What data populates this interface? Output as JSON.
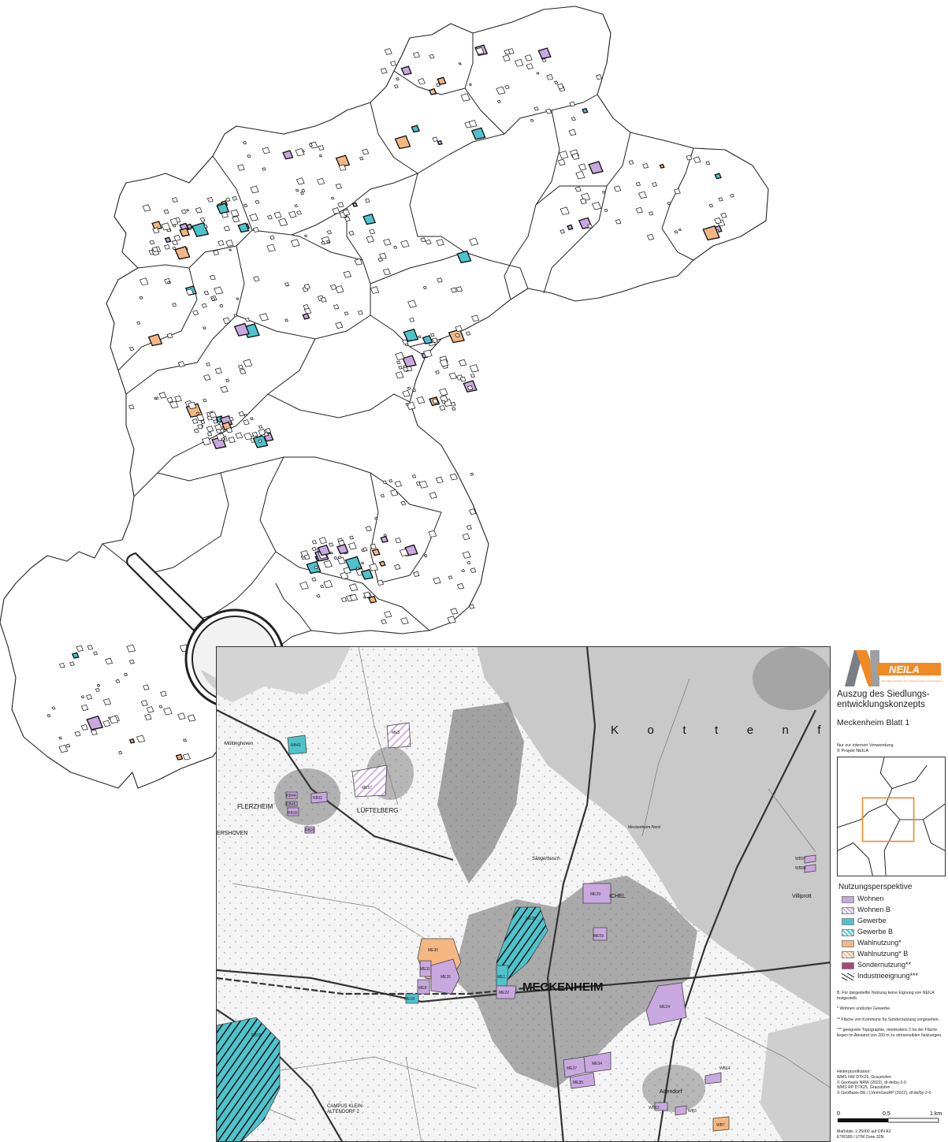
{
  "colors": {
    "wohnen": "#c9a8e0",
    "gewerbe": "#4fc3cc",
    "wahl": "#f5b782",
    "sonder": "#a8467e",
    "accent_orange": "#f08a24",
    "logo_gray": "#7a7f86",
    "map_gray": "#c9c9c9"
  },
  "detail_map": {
    "places": [
      {
        "id": "mottinghoven",
        "text": "Möttinghoven"
      },
      {
        "id": "flerzheim",
        "text": "FLERZHEIM"
      },
      {
        "id": "lueftelberg",
        "text": "LÜFTELBERG"
      },
      {
        "id": "ershoven",
        "text": "ERSHOVEN"
      },
      {
        "id": "meckenheim",
        "text": "MECKENHEIM"
      },
      {
        "id": "villiprott",
        "text": "Villiprott"
      },
      {
        "id": "adendorf",
        "text": "Adendorf"
      },
      {
        "id": "campus",
        "text": "CAMPUS KLEIN-\nALTENDORF 2"
      },
      {
        "id": "forest",
        "text": "K   o   t   t   e   n   f"
      },
      {
        "id": "meckenheim_nord",
        "text": "Meckenheim-Nord"
      },
      {
        "id": "saengerbusch",
        "text": "Sängerbusch"
      },
      {
        "id": "michel",
        "text": "ICHEL"
      }
    ],
    "areas": [
      {
        "id": "ME30",
        "text": "ME30",
        "use": "wahl"
      },
      {
        "id": "ME31",
        "text": "ME31",
        "use": "wohnen"
      },
      {
        "id": "ME26",
        "text": "ME26",
        "use": "wohnen"
      },
      {
        "id": "ME29",
        "text": "ME29",
        "use": "wohnen"
      },
      {
        "id": "ME22",
        "text": "ME22",
        "use": "wohnen"
      },
      {
        "id": "ME24",
        "text": "ME24",
        "use": "wohnen"
      },
      {
        "id": "ME37",
        "text": "ME37",
        "use": "wohnen"
      },
      {
        "id": "ME34",
        "text": "ME34",
        "use": "wohnen"
      },
      {
        "id": "ME35",
        "text": "ME35",
        "use": "wohnen"
      },
      {
        "id": "ME28",
        "text": "ME28",
        "use": "gewerbe_b"
      },
      {
        "id": "ME1",
        "text": "ME1",
        "use": "gewerbe"
      },
      {
        "id": "ME8",
        "text": "ME8",
        "use": "wohnen"
      },
      {
        "id": "ME18",
        "text": "ME18",
        "use": "gewerbe"
      },
      {
        "id": "ME59",
        "text": "ME59",
        "use": "wohnen"
      },
      {
        "id": "ME57",
        "text": "ME57",
        "use": "wohnen_b"
      },
      {
        "id": "ME5",
        "text": "ME5",
        "use": "wohnen_b"
      },
      {
        "id": "RB18",
        "text": "RB18",
        "use": "gewerbe_b"
      },
      {
        "id": "RB43",
        "text": "RB43",
        "use": "gewerbe"
      },
      {
        "id": "RB11",
        "text": "RB11",
        "use": "wohnen"
      },
      {
        "id": "RB30",
        "text": "RB30",
        "use": "wohnen"
      },
      {
        "id": "RB29",
        "text": "RB29",
        "use": "wohnen"
      },
      {
        "id": "RB44",
        "text": "RB44",
        "use": "wohnen"
      },
      {
        "id": "RB45",
        "text": "RB45",
        "use": "wohnen"
      },
      {
        "id": "WB14",
        "text": "WB14",
        "use": "wohnen"
      },
      {
        "id": "WB13",
        "text": "WB13",
        "use": "wohnen"
      },
      {
        "id": "WB3",
        "text": "WB3",
        "use": "wohnen"
      },
      {
        "id": "WB7",
        "text": "WB7",
        "use": "wahl"
      },
      {
        "id": "WB97",
        "text": "WB97",
        "use": "wohnen"
      },
      {
        "id": "WB98",
        "text": "WB98",
        "use": "wohnen"
      }
    ]
  },
  "sheet": {
    "logo_text": "NEILA",
    "logo_tagline": "Nachhaltige Entwicklung durch Interkommunales Landmanagement",
    "title_line1": "Auszug des Siedlungs-",
    "title_line2": "entwicklungskonzepts",
    "sheet_name": "Meckenheim Blatt 1",
    "internal_line1": "Nur zur internen Verwendung",
    "internal_line2": "© Projekt NEILA"
  },
  "legend": {
    "title": "Nutzungsperspektive",
    "items": [
      {
        "label": "Wohnen",
        "pattern": "solid",
        "color_key": "wohnen"
      },
      {
        "label": "Wohnen B",
        "pattern": "hatch",
        "color_key": "wohnen"
      },
      {
        "label": "Gewerbe",
        "pattern": "solid",
        "color_key": "gewerbe"
      },
      {
        "label": "Gewerbe B",
        "pattern": "hatch",
        "color_key": "gewerbe"
      },
      {
        "label": "Wahlnutzung*",
        "pattern": "solid",
        "color_key": "wahl"
      },
      {
        "label": "Wahlnutzung* B",
        "pattern": "hatch",
        "color_key": "wahl"
      },
      {
        "label": "Sondernutzung**",
        "pattern": "solid",
        "color_key": "sonder"
      },
      {
        "label": "Industrieeignung***",
        "pattern": "lines",
        "color_key": ""
      }
    ]
  },
  "notes": [
    "B: Für dargestellte Nutzung keine Eignung von NEILA festgestellt.",
    "* Wohnen und/oder Gewerbe.",
    "** Fläche von Kommune für Sondernutzung vorgesehen.",
    "*** geeignete Topographie, mindestens 2 ha der Fläche liegen im Abstand von 200 m zu störsensiblen Nutzungen."
  ],
  "credits": {
    "title": "Hintergrundkarten:",
    "lines": [
      "WMS NW DTK25, Graustufen",
      "© Geobasis NRW (2022), dl-de/by-2-0",
      "WMS RP DTK25, Graustufen",
      "© GeoBasis-DE / LVermGeoRP (2022), dl-de/by-2-0"
    ]
  },
  "scale": {
    "tick_0": "0",
    "tick_mid": "0,5",
    "tick_end": "1 km",
    "ratio": "Maßstab: 1:25000 auf DIN A3",
    "crs": "ETRS89 / UTM Zone 32N"
  }
}
